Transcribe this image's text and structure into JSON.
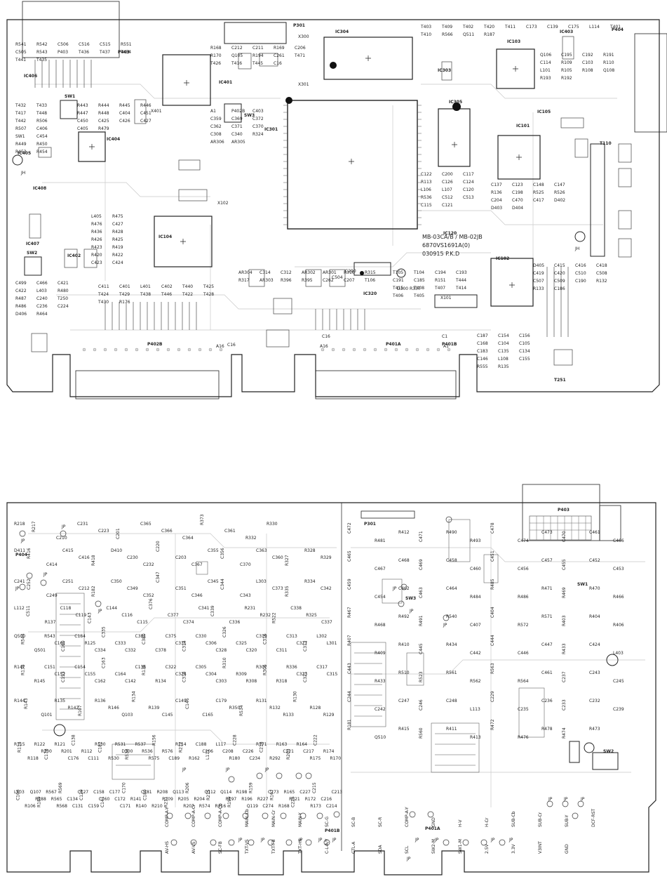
{
  "top_board": {
    "board_name": "MB-03CA/B / MB-02JB",
    "part_number": "6870VS1691A(0)",
    "date_code": "030915 P.K.D",
    "ic_labels": [
      "IC304",
      "IC301",
      "IC401",
      "IC103",
      "IC101",
      "IC102",
      "IC104",
      "IC320",
      "IC305",
      "IC303",
      "IC405",
      "IC406",
      "IC402",
      "IC403",
      "IC404",
      "IC105",
      "IC120",
      "IC407",
      "IC408"
    ],
    "connector_labels": [
      "P404",
      "P403",
      "P301",
      "P401A",
      "P401B",
      "P402B",
      "T110",
      "T251"
    ],
    "switch_labels": [
      "SW1",
      "SW2",
      "SW3"
    ],
    "crystal_labels": [
      "X300",
      "X301",
      "X401",
      "X101",
      "X102"
    ],
    "misc_labels": [
      "JH",
      "JH",
      "D300",
      "R337",
      "C504",
      "C290",
      "A16",
      "C16",
      "A16",
      "A1",
      "C1",
      "C16"
    ],
    "component_labels": [
      "R541",
      "R542",
      "C506",
      "C516",
      "C515",
      "R551",
      "C505",
      "R543",
      "P403",
      "T436",
      "T437",
      "T434",
      "T441",
      "T435",
      "T432",
      "T433",
      "T417",
      "T448",
      "T442",
      "R506",
      "R507",
      "C406",
      "SW1",
      "C454",
      "R449",
      "R450",
      "R453",
      "R454",
      "R443",
      "R444",
      "R445",
      "R446",
      "R447",
      "R448",
      "C404",
      "C451",
      "C450",
      "C425",
      "C426",
      "C427",
      "C405",
      "R479",
      "L405",
      "R475",
      "R476",
      "C427",
      "R436",
      "R428",
      "R426",
      "R425",
      "R423",
      "R419",
      "R420",
      "R422",
      "C423",
      "C424",
      "C499",
      "C466",
      "C421",
      "C422",
      "L403",
      "R480",
      "R487",
      "C240",
      "T250",
      "R486",
      "C236",
      "C224",
      "D406",
      "R464",
      "C411",
      "C401",
      "L401",
      "C402",
      "T440",
      "T425",
      "T424",
      "T429",
      "T438",
      "T446",
      "T422",
      "T428",
      "T430",
      "R176",
      "R168",
      "C212",
      "C211",
      "R169",
      "C206",
      "R170",
      "Q105",
      "R194",
      "C261",
      "T471",
      "T426",
      "T416",
      "T445",
      "C16",
      "A1",
      "P402B",
      "C403",
      "C359",
      "C369",
      "C372",
      "C362",
      "C371",
      "C370",
      "C308",
      "C340",
      "R324",
      "AR306",
      "AR305",
      "AR304",
      "C314",
      "C312",
      "AR302",
      "AR301",
      "R316",
      "R315",
      "R317",
      "AR303",
      "R396",
      "R395",
      "C262",
      "C207",
      "T106",
      "T105",
      "T104",
      "C194",
      "C193",
      "C191",
      "C185",
      "R151",
      "T444",
      "T415",
      "T408",
      "T407",
      "T414",
      "T406",
      "T405",
      "T403",
      "T409",
      "T402",
      "T420",
      "T411",
      "C173",
      "C139",
      "C175",
      "L114",
      "T401",
      "T410",
      "R566",
      "Q511",
      "R187",
      "Q106",
      "C195",
      "C192",
      "R191",
      "C114",
      "R109",
      "C103",
      "R110",
      "L101",
      "R105",
      "R108",
      "Q108",
      "R193",
      "R192",
      "C122",
      "C200",
      "C117",
      "R113",
      "C126",
      "C124",
      "L106",
      "L107",
      "C120",
      "R536",
      "C512",
      "C513",
      "C115",
      "C121",
      "C137",
      "C123",
      "C148",
      "C147",
      "R136",
      "C198",
      "R525",
      "R526",
      "C204",
      "C470",
      "C417",
      "D402",
      "D403",
      "D404",
      "D405",
      "C415",
      "C416",
      "C418",
      "C419",
      "C420",
      "C510",
      "C508",
      "C507",
      "C509",
      "C190",
      "R132",
      "R133",
      "C186",
      "C187",
      "C154",
      "C156",
      "C168",
      "C104",
      "C105",
      "C183",
      "C135",
      "C134",
      "C146",
      "L108",
      "C155",
      "R555",
      "R135"
    ]
  },
  "bottom_board": {
    "connector_labels": [
      "P301",
      "P403",
      "P404",
      "P401A",
      "P401B"
    ],
    "switch_labels": [
      "SW1",
      "SW2",
      "SW3"
    ],
    "jp_label": "JP",
    "rows": [
      [
        "R218",
        "R217",
        "C210",
        "C231",
        "C223",
        "C201",
        "C365",
        "C366",
        "C364",
        "R373",
        "C361",
        "R332",
        "R330"
      ],
      [
        "D411",
        "R416",
        "C414",
        "C415",
        "C416",
        "R418",
        "D410",
        "C230",
        "C232",
        "C220",
        "C203",
        "C367",
        "C355",
        "C356",
        "C370",
        "C363",
        "C360",
        "R327",
        "R328",
        "R329"
      ],
      [
        "C241",
        "C252",
        "C249",
        "C251",
        "C212",
        "R182",
        "C350",
        "C349",
        "C352",
        "C347",
        "C351",
        "C346",
        "C345",
        "C344",
        "C343",
        "L303",
        "C373",
        "R335",
        "R334",
        "C342"
      ],
      [
        "L112",
        "C511",
        "R137",
        "C118",
        "C119",
        "C143",
        "C144",
        "C116",
        "C115",
        "C376",
        "C377",
        "C374",
        "C341",
        "C339",
        "C336",
        "R231",
        "R232",
        "R522",
        "C338",
        "R325",
        "C337"
      ],
      [
        "Q500",
        "R544",
        "Q501",
        "R543",
        "C161",
        "C160",
        "C184",
        "R125",
        "C334",
        "C335",
        "C333",
        "C332",
        "C381",
        "C380",
        "C378",
        "C375",
        "C331",
        "C314",
        "C330",
        "C306",
        "C328",
        "C326",
        "C325",
        "C320",
        "C319",
        "C316",
        "C311",
        "C313",
        "C327",
        "C312",
        "L302",
        "L301"
      ],
      [
        "R147",
        "R138",
        "R145",
        "C151",
        "C152",
        "C153",
        "C154",
        "C155",
        "C162",
        "C163",
        "C164",
        "C142",
        "C136",
        "R135",
        "R134",
        "C322",
        "C324",
        "C318",
        "C305",
        "C304",
        "C303",
        "R310",
        "R309",
        "R308",
        "R307",
        "R306",
        "R318",
        "R336",
        "C323",
        "C321",
        "C317",
        "C315"
      ],
      [
        "R144",
        "R143",
        "Q101",
        "R135",
        "R142",
        "R107",
        "R136",
        "R146",
        "Q103",
        "R134",
        "R139",
        "C145",
        "C149",
        "C146",
        "C165",
        "C179",
        "R350",
        "R534",
        "R131",
        "R132",
        "R133",
        "R130",
        "R128",
        "R129"
      ],
      [
        "R115",
        "R114",
        "R118",
        "R122",
        "R200",
        "C178",
        "R121",
        "R201",
        "C176",
        "C138",
        "R112",
        "C111",
        "R130",
        "C182",
        "R530",
        "R531",
        "D300",
        "R538",
        "R537",
        "R536",
        "R575",
        "R156",
        "R576",
        "C189",
        "R214",
        "R212",
        "R162",
        "C188",
        "C206",
        "L111",
        "L117",
        "C208",
        "R180",
        "C228",
        "C226",
        "C234",
        "R171",
        "C218",
        "R292",
        "R163",
        "C221",
        "R203",
        "R164",
        "C217",
        "R175",
        "C222",
        "R174",
        "R170"
      ],
      [
        "L103",
        "C106",
        "R106",
        "Q107",
        "R188",
        "R189",
        "R567",
        "R565",
        "R568",
        "R569",
        "C134",
        "C131",
        "C127",
        "C129",
        "C159",
        "C158",
        "C160",
        "C141",
        "C177",
        "C172",
        "C171",
        "C170",
        "R141",
        "R140",
        "C181",
        "C180",
        "R210",
        "R208",
        "R209",
        "R211",
        "Q113",
        "R205",
        "R207",
        "R206",
        "R204",
        "R574",
        "Q112",
        "R215",
        "R216",
        "Q114",
        "R197",
        "R199",
        "R198",
        "R196",
        "Q119",
        "R159",
        "R227",
        "C274",
        "C273",
        "R167",
        "R168",
        "R165",
        "R521",
        "C225",
        "C227",
        "R172",
        "R173",
        "C215",
        "C216",
        "C214",
        "C213"
      ]
    ],
    "side_labels": [
      "C472",
      "R481",
      "R412",
      "C471",
      "R490",
      "R493",
      "C478",
      "C474",
      "C473",
      "C470",
      "C461",
      "C466",
      "C465",
      "C467",
      "C468",
      "C469",
      "C458",
      "C460",
      "C451",
      "C456",
      "C457",
      "C455",
      "C452",
      "C453",
      "C459",
      "C454",
      "C462",
      "C463",
      "C464",
      "R484",
      "R485",
      "R486",
      "R471",
      "R469",
      "R470",
      "R466",
      "R467",
      "R468",
      "R492",
      "R491",
      "R540",
      "C407",
      "C404",
      "R572",
      "R571",
      "R403",
      "R404",
      "R406",
      "R407",
      "R409",
      "R410",
      "C445",
      "R434",
      "C442",
      "C444",
      "C446",
      "C447",
      "R433",
      "C424",
      "L403",
      "C443",
      "R433",
      "R510",
      "R523",
      "R561",
      "R562",
      "R563",
      "R564",
      "C461",
      "C237",
      "C243",
      "C245",
      "C244",
      "C242",
      "C247",
      "C246",
      "C248",
      "L113",
      "C229",
      "C235",
      "C236",
      "C233",
      "C232",
      "C239",
      "R181",
      "Q510",
      "R415",
      "R560",
      "R411",
      "R413",
      "R472",
      "R476",
      "R478",
      "R474",
      "R473"
    ],
    "pad_labels": [
      "COMP-A-Y",
      "COMP-A-Cr",
      "COMP-A-Cb",
      "MAIN-Cb",
      "MAIN-Cr",
      "MAIN-Y",
      "SC-G",
      "SC-B",
      "SC-R",
      "COMP-A-Y",
      "GND",
      "H-V",
      "H-Cr",
      "SUB-Cb",
      "SUB-Cr",
      "SUB-Y",
      "DCF-RST",
      "AV-HS",
      "AV-VS",
      "SC-FB",
      "TXT-VS",
      "TXT-FB",
      "TXT-HS",
      "C-L-A/Y",
      "CTL-A",
      "SDA",
      "SCL",
      "SW2-M",
      "SW1-M",
      "2.5V",
      "3.3V",
      "V3INT",
      "GND"
    ]
  }
}
